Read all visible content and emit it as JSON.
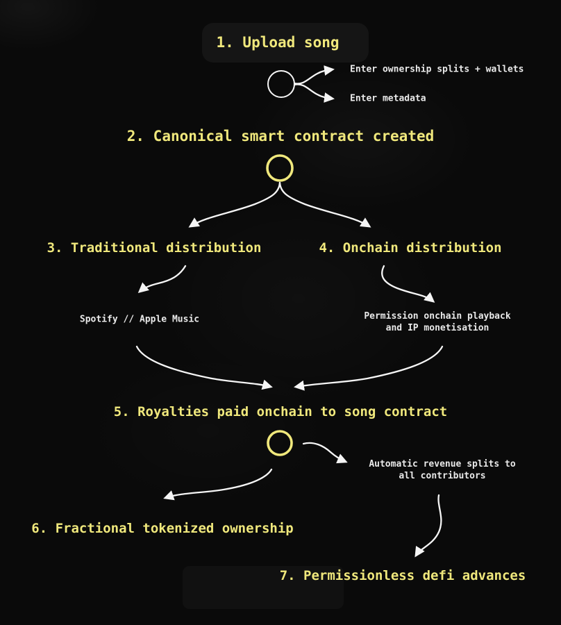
{
  "colors": {
    "background": "#0a0a0a",
    "accent": "#f0e87c",
    "annotation": "#e9e9e9",
    "arrow": "#f5f5f5",
    "panel": "#151515"
  },
  "steps": [
    {
      "label": "1. Upload song"
    },
    {
      "label": "2. Canonical smart contract created"
    },
    {
      "label": "3. Traditional distribution"
    },
    {
      "label": "4. Onchain distribution"
    },
    {
      "label": "5. Royalties paid onchain to song contract"
    },
    {
      "label": "6. Fractional tokenized ownership"
    },
    {
      "label": "7. Permissionless defi advances"
    }
  ],
  "annotations": {
    "ownership": "Enter ownership splits + wallets",
    "metadata": "Enter metadata",
    "spotify": "Spotify // Apple Music",
    "permission": "Permission onchain playback and IP monetisation",
    "revenue": "Automatic revenue splits to all contributors"
  }
}
